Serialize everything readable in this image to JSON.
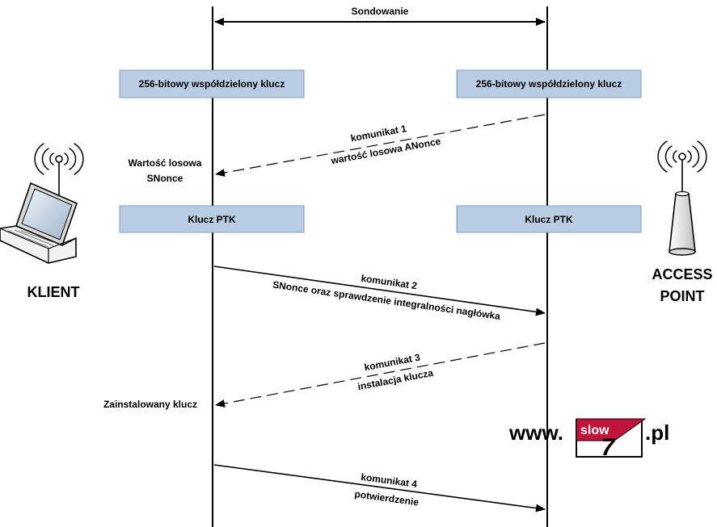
{
  "diagram": {
    "top": {
      "label": "Sondowanie"
    },
    "boxes": {
      "left_key": "256-bitowy współdzielony klucz",
      "right_key": "256-bitowy współdzielony klucz",
      "left_ptk": "Klucz PTK",
      "right_ptk": "Klucz PTK"
    },
    "client": {
      "label": "KLIENT"
    },
    "ap": {
      "line1": "ACCESS",
      "line2": "POINT"
    },
    "side_labels": {
      "snonce_line1": "Wartość losowa",
      "snonce_line2": "SNonce",
      "installed": "Zainstalowany klucz"
    },
    "messages": [
      {
        "title": "komunikat 1",
        "detail": "wartość losowa ANonce"
      },
      {
        "title": "komunikat 2",
        "detail": "SNonce oraz sprawdzenie integralności nagłówka"
      },
      {
        "title": "komunikat 3",
        "detail": "instalacja klucza"
      },
      {
        "title": "komunikat 4",
        "detail": "potwierdzenie"
      }
    ],
    "logo": {
      "prefix": "www.",
      "tag": "slow",
      "number": "7",
      "suffix": ".pl"
    },
    "colors": {
      "box_fill": "#b8cce4",
      "box_stroke": "#7f9db9",
      "line": "#000000",
      "logo_red": "#c0143c"
    }
  }
}
